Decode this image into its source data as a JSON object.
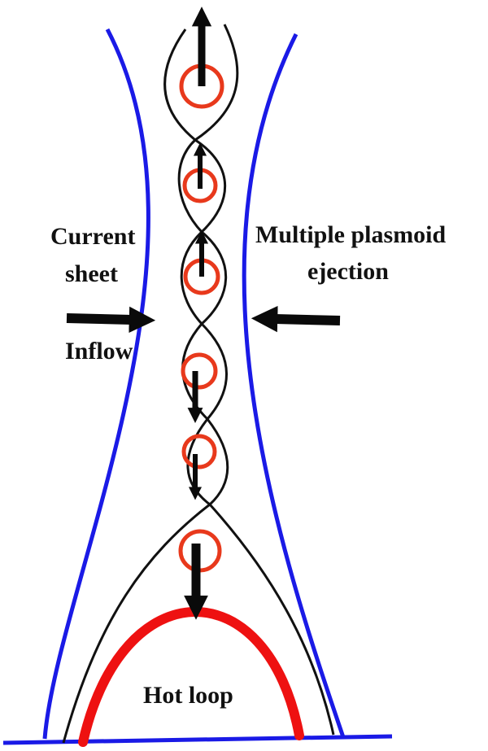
{
  "labels": {
    "current": "Current",
    "sheet": "sheet",
    "multiple": "Multiple plasmoid",
    "ejection": "ejection",
    "inflow": "Inflow",
    "hot_loop": "Hot loop"
  },
  "colors": {
    "boundary": "#1a1ae6",
    "plasmoid": "#e8391c",
    "hot_loop": "#ee1111",
    "field_line": "#111111",
    "arrow": "#0a0a0a"
  }
}
